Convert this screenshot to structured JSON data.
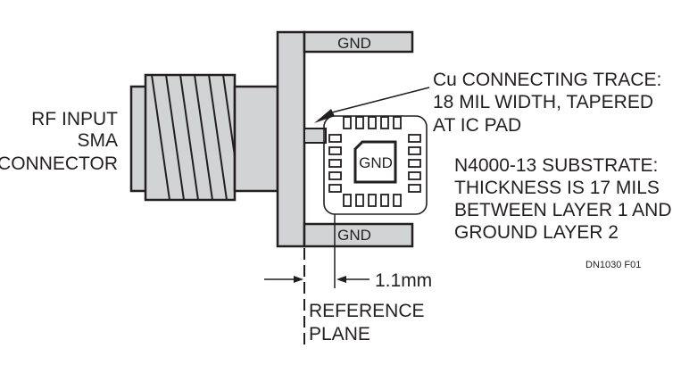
{
  "connector_label": [
    "RF INPUT",
    "SMA",
    "CONNECTOR"
  ],
  "gnd_label": "GND",
  "trace_label": [
    "Cu CONNECTING TRACE:",
    "18 MIL WIDTH, TAPERED",
    "AT IC PAD"
  ],
  "substrate_label": [
    "N4000-13 SUBSTRATE:",
    "THICKNESS IS 17 MILS",
    "BETWEEN LAYER 1 AND",
    "GROUND LAYER 2"
  ],
  "dimension_label": "1.1mm",
  "reference_label": [
    "REFERENCE",
    "PLANE"
  ],
  "figure_id": "DN1030 F01",
  "colors": {
    "fill": "#d1d3d4",
    "stroke": "#231f20",
    "background": "#ffffff"
  }
}
